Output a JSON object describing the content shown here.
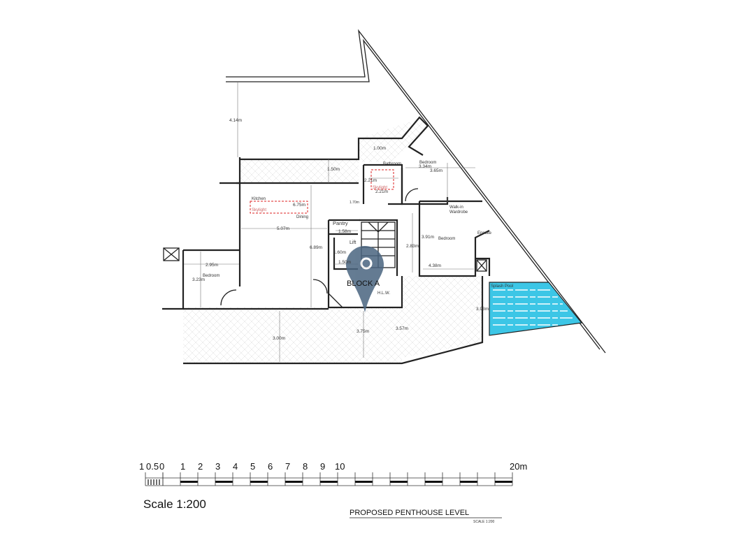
{
  "plan": {
    "block_label": "BLOCK A",
    "hlw_label": "H.L.W.",
    "rooms": {
      "kitchen": "Kitchen",
      "dining": "Dining",
      "pantry": "Pantry",
      "lift": "Lift",
      "bathroom": "Bathroom",
      "bedroom_top": "Bedroom",
      "walkin": "Walk-in",
      "wardrobe": "Wardrobe",
      "bedroom_right": "Bedroom",
      "ensuite": "Ensuite",
      "bedroom_left": "Bedroom",
      "splash_pool": "Splash Pool",
      "skylight1": "Skylight",
      "skylight2": "Skylight"
    },
    "dims": {
      "d414": "4.14m",
      "d100": "1.00m",
      "d150": "1.50m",
      "d334": "3.34m",
      "d365": "3.65m",
      "d221a": "2.21m",
      "d221b": "2.21m",
      "d675": "6.75m",
      "d170": "1.70m",
      "d507": "5.07m",
      "d158": "1.58m",
      "d689": "6.89m",
      "d160": "1.60m",
      "d150b": "1.50m",
      "d283": "2.83m",
      "d391": "3.91m",
      "d438": "4.38m",
      "d295": "2.95m",
      "d323": "3.23m",
      "d300": "3.00m",
      "d375": "3.75m",
      "d357": "3.57m",
      "d393": "3.93m"
    }
  },
  "scale_bar": {
    "ticks": [
      "1",
      "0.5",
      "0",
      "1",
      "2",
      "3",
      "4",
      "5",
      "6",
      "7",
      "8",
      "9",
      "10",
      "20m"
    ],
    "scale_text": "Scale 1:200"
  },
  "title_block": {
    "title": "PROPOSED PENTHOUSE LEVEL",
    "subtitle": "SCALE 1:200"
  },
  "colors": {
    "pool": "#3cc6e6",
    "marker": "#4a6580"
  }
}
